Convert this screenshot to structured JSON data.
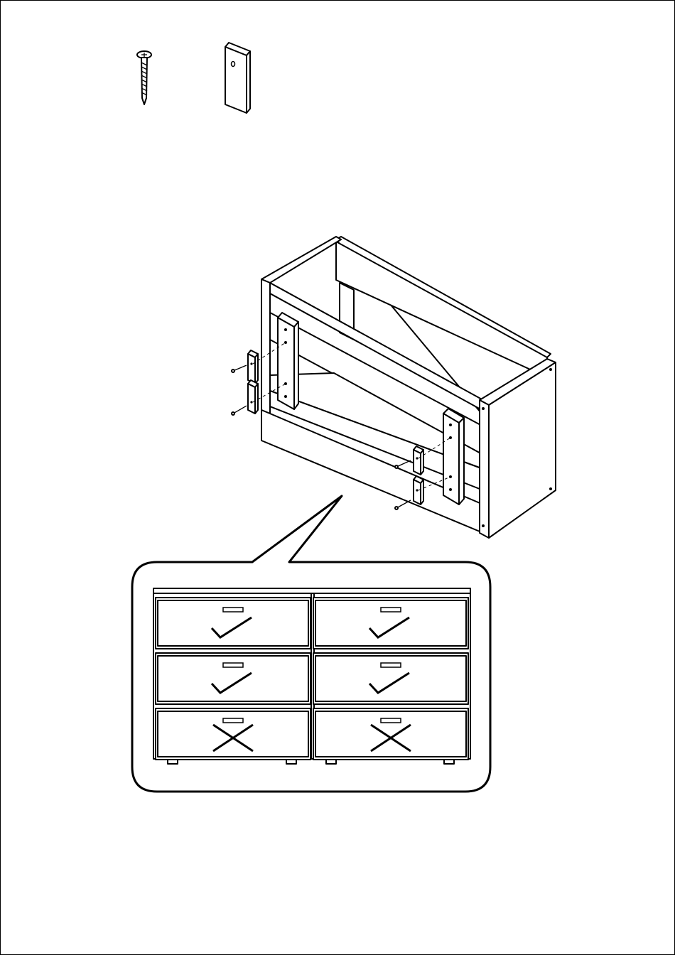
{
  "sheet": {
    "background": "#ffffff",
    "ink": "#000000"
  },
  "parts": [
    {
      "icon": "screw-icon"
    },
    {
      "icon": "wood-block-icon"
    }
  ],
  "detail": {
    "drawers": [
      {
        "row": 1,
        "col": 1,
        "mark": "check"
      },
      {
        "row": 1,
        "col": 2,
        "mark": "check"
      },
      {
        "row": 2,
        "col": 1,
        "mark": "check"
      },
      {
        "row": 2,
        "col": 2,
        "mark": "check"
      },
      {
        "row": 3,
        "col": 1,
        "mark": "cross"
      },
      {
        "row": 3,
        "col": 2,
        "mark": "cross"
      }
    ]
  }
}
